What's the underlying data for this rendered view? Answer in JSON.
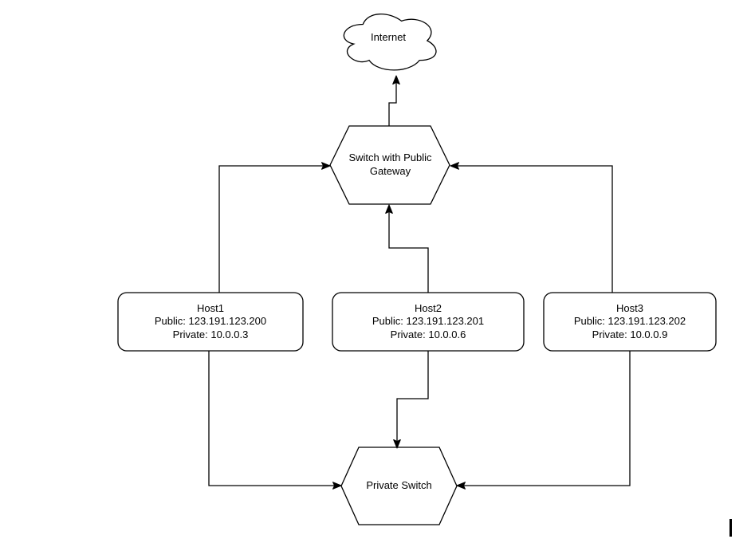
{
  "diagram": {
    "background": "#ffffff",
    "stroke_color": "#000000",
    "text_color": "#000000",
    "nodes": {
      "internet": {
        "label": "Internet",
        "shape": "cloud"
      },
      "public_switch": {
        "label": "Switch with Public Gateway",
        "shape": "hexagon"
      },
      "host1": {
        "title": "Host1",
        "public_ip": "Public: 123.191.123.200",
        "private_ip": "Private: 10.0.0.3",
        "shape": "rounded-rectangle"
      },
      "host2": {
        "title": "Host2",
        "public_ip": "Public: 123.191.123.201",
        "private_ip": "Private: 10.0.0.6",
        "shape": "rounded-rectangle"
      },
      "host3": {
        "title": "Host3",
        "public_ip": "Public: 123.191.123.202",
        "private_ip": "Private: 10.0.0.9",
        "shape": "rounded-rectangle"
      },
      "private_switch": {
        "label": "Private Switch",
        "shape": "hexagon"
      }
    },
    "edges": [
      {
        "from": "public_switch",
        "to": "internet",
        "arrow": "to"
      },
      {
        "from": "host1",
        "to": "public_switch",
        "arrow": "to"
      },
      {
        "from": "host2",
        "to": "public_switch",
        "arrow": "to"
      },
      {
        "from": "host3",
        "to": "public_switch",
        "arrow": "to"
      },
      {
        "from": "host1",
        "to": "private_switch",
        "arrow": "to"
      },
      {
        "from": "host2",
        "to": "private_switch",
        "arrow": "to"
      },
      {
        "from": "host3",
        "to": "private_switch",
        "arrow": "to"
      }
    ]
  }
}
